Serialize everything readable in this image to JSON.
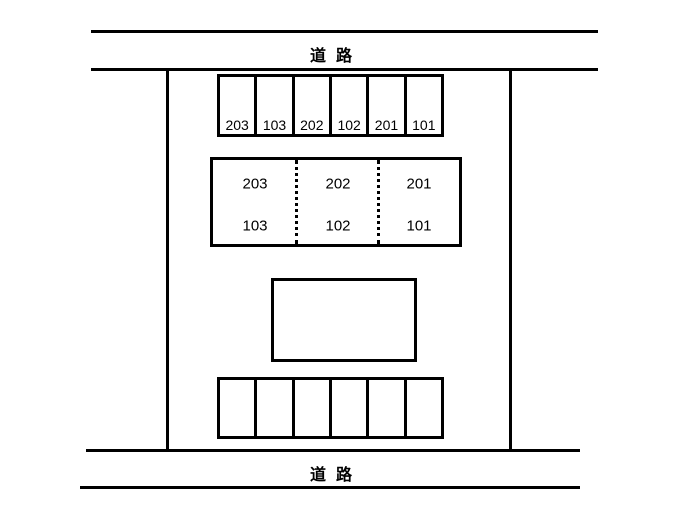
{
  "roads": {
    "top_label": "道路",
    "bottom_label": "道路"
  },
  "parking_top": {
    "slots": [
      "203",
      "103",
      "202",
      "102",
      "201",
      "101"
    ]
  },
  "building": {
    "upper_floor": [
      "203",
      "202",
      "201"
    ],
    "lower_floor": [
      "103",
      "102",
      "101"
    ]
  },
  "parking_bottom": {
    "slot_count": 6
  }
}
